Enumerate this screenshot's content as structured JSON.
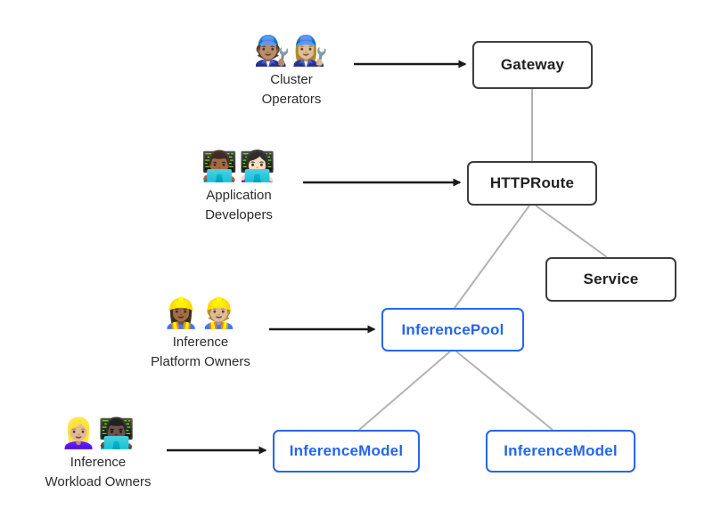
{
  "diagram": {
    "actors": [
      {
        "icon": "🧑🏽‍🔧👩🏼‍🔧",
        "icon_name": "mechanics-emoji-pair",
        "label_line1": "Cluster",
        "label_line2": "Operators"
      },
      {
        "icon": "👨🏾‍💻👩🏻‍💻",
        "icon_name": "technologists-emoji-pair",
        "label_line1": "Application",
        "label_line2": "Developers"
      },
      {
        "icon": "👷🏾‍♀️👷🏼",
        "icon_name": "construction-workers-emoji-pair",
        "label_line1": "Inference",
        "label_line2": "Platform Owners"
      },
      {
        "icon": "👱🏼‍♀️👨🏿‍💻",
        "icon_name": "worker-technologist-emoji-pair",
        "label_line1": "Inference",
        "label_line2": "Workload Owners"
      }
    ],
    "nodes": {
      "gateway": {
        "label": "Gateway"
      },
      "httproute": {
        "label": "HTTPRoute"
      },
      "service": {
        "label": "Service"
      },
      "inference_pool": {
        "label": "InferencePool"
      },
      "inference_model_left": {
        "label": "InferenceModel"
      },
      "inference_model_right": {
        "label": "InferenceModel"
      }
    },
    "colors": {
      "node_border_dark": "#3d3d3d",
      "node_text_dark": "#212121",
      "accent_blue": "#2566ee",
      "connector_gray": "#b3b3b3",
      "arrow_black": "#1a1a1a"
    }
  }
}
